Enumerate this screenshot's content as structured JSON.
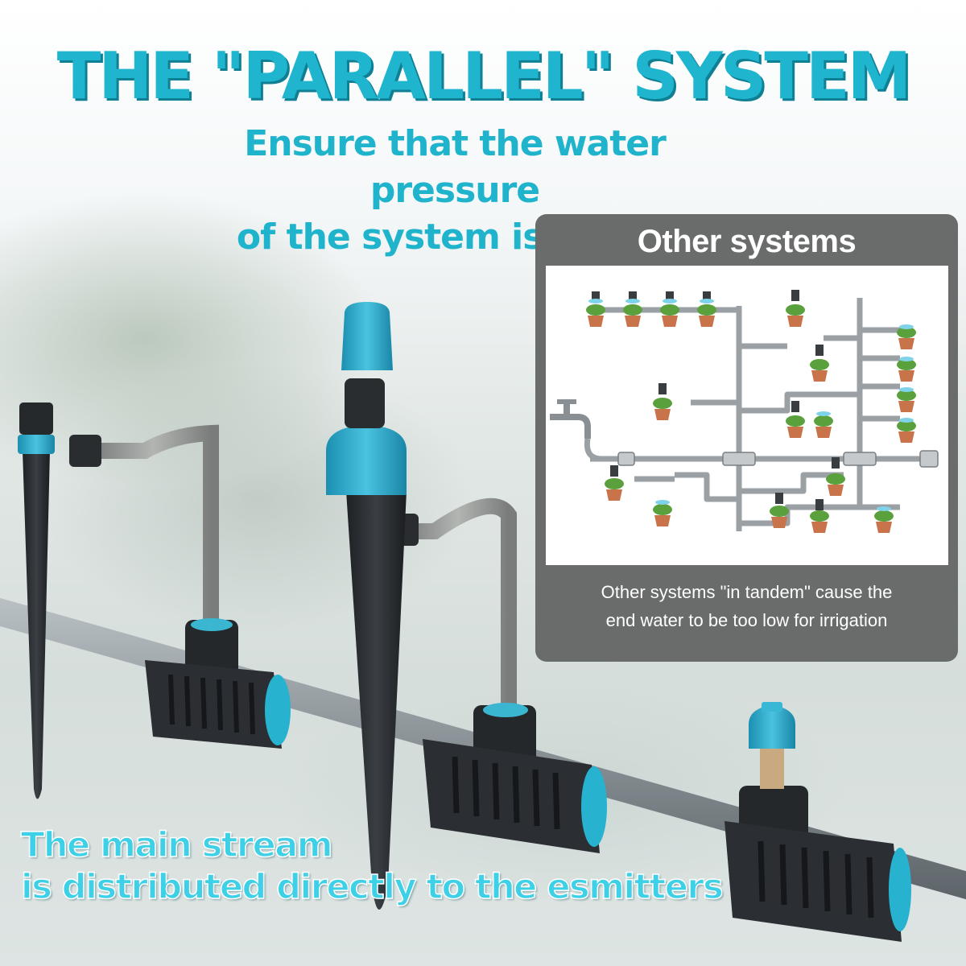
{
  "header": {
    "title": "THE \"PARALLEL\" SYSTEM",
    "subtitle_line1": "Ensure that the water pressure",
    "subtitle_line2": "of the system is stable"
  },
  "comparison_panel": {
    "title": "Other systems",
    "caption_line1": "Other systems \"in tandem\" cause the",
    "caption_line2": "end water to be too low for irrigation"
  },
  "bottom_caption": {
    "line1": "The main stream",
    "line2": "is distributed directly to the esmitters"
  },
  "colors": {
    "accent": "#20b5cf",
    "panel_bg": "#6a6b6b",
    "pipe": "#8a9195",
    "fitting": "#2b2f33",
    "plant_pot": "#c8734a",
    "plant_leaf": "#5aa03c"
  }
}
